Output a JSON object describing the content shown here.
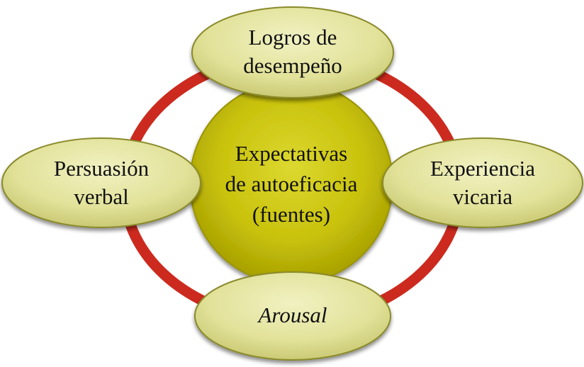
{
  "diagram": {
    "center": {
      "line1": "Expectativas",
      "line2": "de autoeficacia",
      "line3": "(fuentes)"
    },
    "top": {
      "line1": "Logros de",
      "line2": "desempeño"
    },
    "left": {
      "line1": "Persuasión",
      "line2": "verbal"
    },
    "right": {
      "line1": "Experiencia",
      "line2": "vicaria"
    },
    "bottom": {
      "line1": "Arousal"
    }
  },
  "colors": {
    "ring": "#cc2a1e",
    "center_fill": "#c7c10a",
    "satellite_fill": "#e7e7a4",
    "satellite_edge": "#8a8a2a"
  }
}
